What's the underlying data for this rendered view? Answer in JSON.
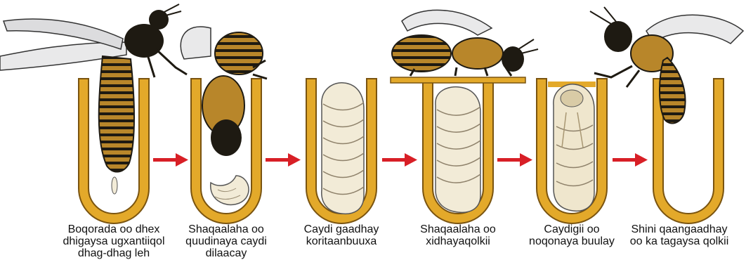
{
  "colors": {
    "cell_gold": "#e3a92a",
    "cell_outline": "#7a5410",
    "arrow_red": "#d81f26",
    "bee_dark": "#1e1a12",
    "bee_amber": "#b8862a",
    "larva_cream": "#f2ebd7",
    "wing": "#e9e9ea"
  },
  "stages": [
    {
      "caption": "Boqorada oo dhex\ndhigaysa ugxantiiqol\ndhag-dhag leh",
      "icon": "queen-bee-laying-egg"
    },
    {
      "caption": "Shaqaalaha oo\nquudinaya caydi\ndilaacay",
      "icon": "worker-feeding-larva"
    },
    {
      "caption": "Caydi gaadhay\nkoritaanbuuxa",
      "icon": "grown-larva"
    },
    {
      "caption": "Shaqaalaha oo\nxidhayaqolkii",
      "icon": "worker-capping-cell"
    },
    {
      "caption": "Caydigii oo\nnoqonaya buulay",
      "icon": "pupa"
    },
    {
      "caption": "Shini qaangaadhay\noo ka tagaysa qolkii",
      "icon": "adult-bee-emerging"
    }
  ]
}
